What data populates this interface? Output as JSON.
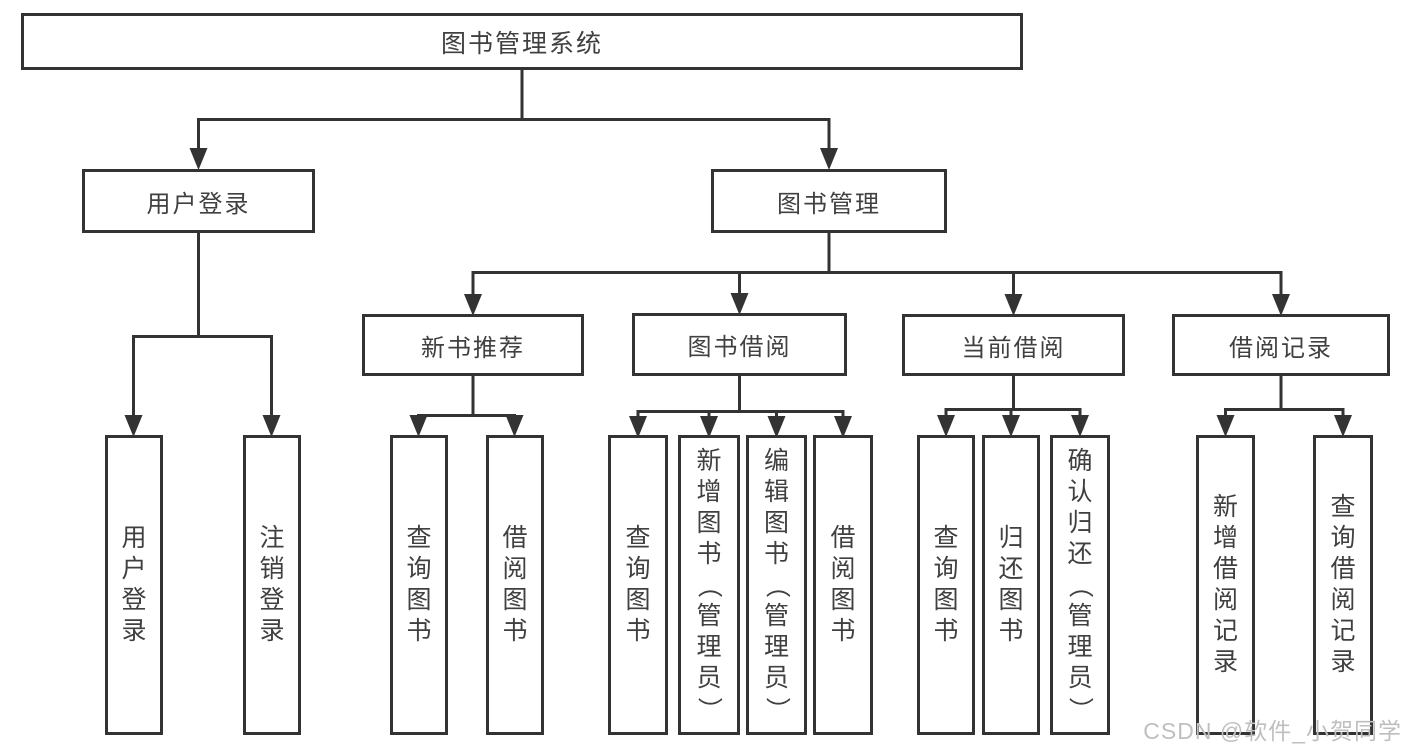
{
  "tree": {
    "root": "图书管理系统",
    "branches": [
      {
        "label": "用户登录",
        "leaves": [
          "用户登录",
          "注销登录"
        ]
      },
      {
        "label": "图书管理",
        "groups": [
          {
            "label": "新书推荐",
            "leaves": [
              "查询图书",
              "借阅图书"
            ]
          },
          {
            "label": "图书借阅",
            "leaves": [
              "查询图书",
              "新增图书（管理员）",
              "编辑图书（管理员）",
              "借阅图书"
            ]
          },
          {
            "label": "当前借阅",
            "leaves": [
              "查询图书",
              "归还图书",
              "确认归还（管理员）"
            ]
          },
          {
            "label": "借阅记录",
            "leaves": [
              "新增借阅记录",
              "查询借阅记录"
            ]
          }
        ]
      }
    ]
  },
  "watermark": {
    "text": "CSDN @软件_小贺同学"
  },
  "colors": {
    "line": "#333333",
    "text": "#404040",
    "watermark": "#bfbfbf",
    "background": "#ffffff"
  }
}
